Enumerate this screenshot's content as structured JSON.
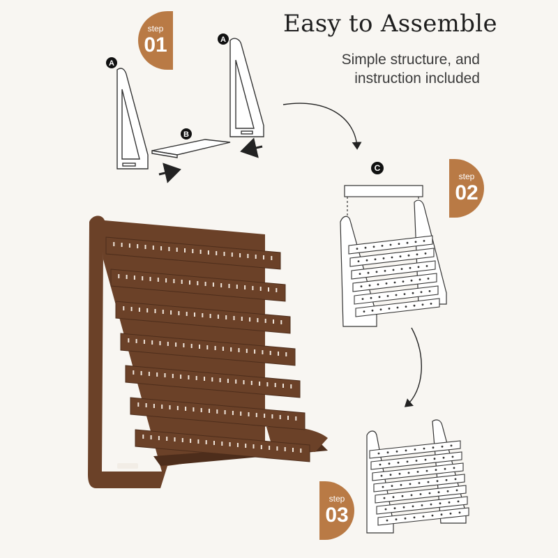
{
  "header": {
    "title": "Easy to Assemble",
    "subtitle_lines": [
      "Simple structure, and",
      "instruction included"
    ]
  },
  "steps": [
    {
      "label": "step",
      "number": "01"
    },
    {
      "label": "step",
      "number": "02"
    },
    {
      "label": "step",
      "number": "03"
    }
  ],
  "parts": {
    "a_left": "A",
    "a_right": "A",
    "b": "B",
    "c": "C"
  },
  "colors": {
    "accent": "#b97a45",
    "wood": "#6b4128",
    "wood_dark": "#4d2d1b",
    "background": "#f8f6f2",
    "line": "#333333"
  },
  "icons": [
    "arrow-right-icon",
    "arrow-left-icon",
    "curved-arrow-icon"
  ]
}
